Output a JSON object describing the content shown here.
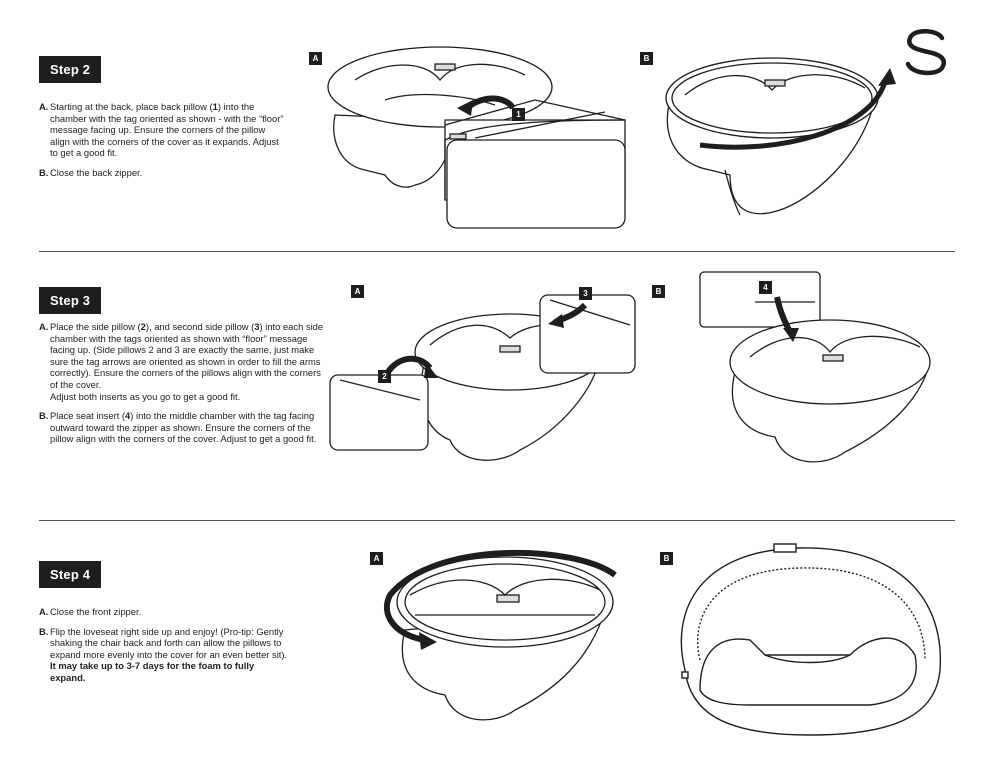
{
  "step2": {
    "title": "Step 2",
    "a_letter": "A.",
    "a_line1": "Starting at the back, place back pillow (",
    "a_num": "1",
    "a_line1b": ")",
    "a_rest": "into the chamber with the tag oriented as shown - with the “floor” message facing up. Ensure the corners of the pillow align with the corners of the cover as it expands. Adjust to get a good fit.",
    "b_letter": "B.",
    "b_text": "Close the back zipper.",
    "panel_a": "A",
    "panel_b": "B",
    "pillow_num": "1"
  },
  "step3": {
    "title": "Step 3",
    "a_letter": "A.",
    "a_pre": "Place the side pillow (",
    "a_n2": "2",
    "a_mid": "), and second side pillow (",
    "a_n3": "3",
    "a_post": ")",
    "a_rest": "into each side chamber with the tags oriented as shown with “floor” message facing up. (Side pillows 2 and 3 are exactly the same, just make sure the tag arrows are oriented as shown in order to fill the arms correctly). Ensure the corners of the pillows align with the corners of the cover.",
    "a_rest2": "Adjust both inserts as you go to get a good fit.",
    "b_letter": "B.",
    "b_pre": "Place seat insert (",
    "b_n4": "4",
    "b_post": ") into the middle chamber with",
    "b_rest": "the tag facing outward toward the zipper as shown. Ensure the corners of the pillow align with the corners of the cover. Adjust to get a good fit.",
    "panel_a": "A",
    "panel_b": "B",
    "pillow2": "2",
    "pillow3": "3",
    "pillow4": "4"
  },
  "step4": {
    "title": "Step 4",
    "a_letter": "A.",
    "a_text": "Close the front zipper.",
    "b_letter": "B.",
    "b_text": "Flip the loveseat right side up and enjoy! (Pro-tip: Gently shaking the chair back and forth can allow the pillows to expand more evenly into the cover for an even better sit).",
    "b_bold": "It may take up to 3-7 days for the foam to fully expand.",
    "panel_a": "A",
    "panel_b": "B"
  },
  "icons": {
    "logo": "brand-s-logo",
    "arrow": "curved-arrow-icon"
  },
  "colors": {
    "ink": "#1e1e1e",
    "line": "#555555"
  }
}
